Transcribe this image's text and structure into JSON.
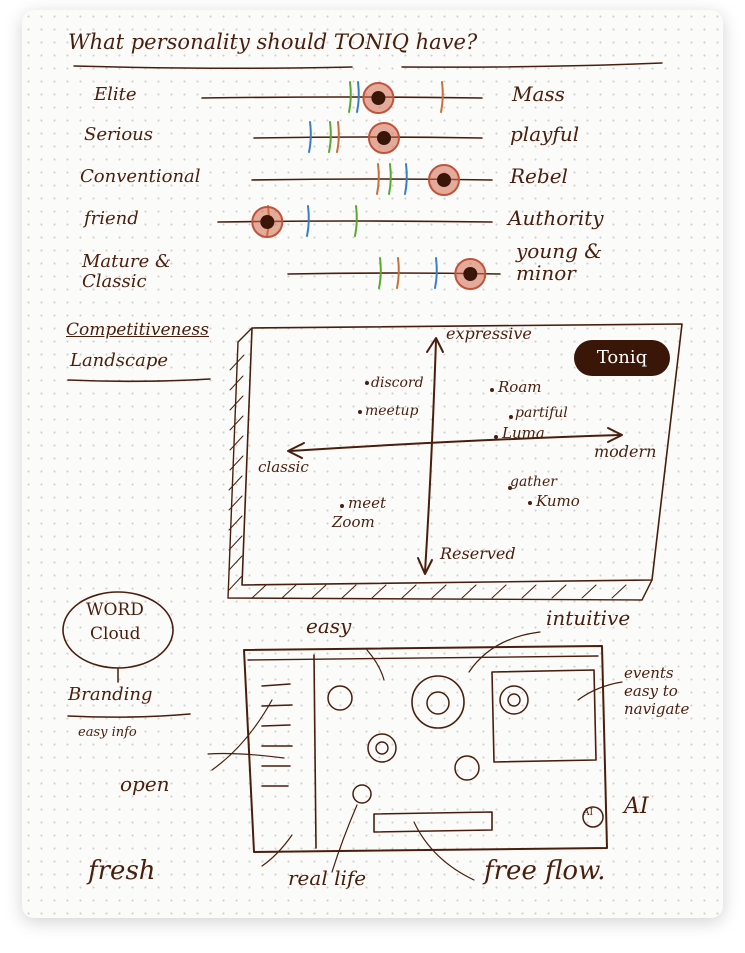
{
  "title": "What personality should TONIQ have?",
  "scales": [
    {
      "left": "Elite",
      "right": "Mass",
      "dot": 0.63
    },
    {
      "left": "Serious",
      "right": "playful",
      "dot": 0.57
    },
    {
      "left": "Conventional",
      "right": "Rebel",
      "dot": 0.8
    },
    {
      "left": "friend",
      "right": "Authority",
      "dot": 0.18
    },
    {
      "left": "Mature & Classic",
      "right": "young & minor",
      "dot": 0.86
    }
  ],
  "landscape": {
    "heading_1": "Competitiveness",
    "heading_2": "Landscape",
    "axis_top": "expressive",
    "axis_bottom": "Reserved",
    "axis_left": "classic",
    "axis_right": "modern",
    "brand_badge": "Toniq",
    "competitors": [
      "discord",
      "meetup",
      "Roam",
      "partiful",
      "Luma",
      "gather",
      "Kumo",
      "meet",
      "Zoom"
    ]
  },
  "wordcloud": {
    "heading_1": "WORD",
    "heading_2": "Cloud",
    "heading_3": "Branding",
    "words": [
      "easy info",
      "open",
      "easy",
      "intuitive",
      "events easy to navigate",
      "AI",
      "fresh",
      "real life",
      "free flow."
    ],
    "ai_badge": "AI"
  },
  "colors": {
    "ink": "#4a1e0c",
    "dot": "#c0533a",
    "green": "#5aa832",
    "blue": "#3a7fc4",
    "orange": "#c8703a"
  }
}
